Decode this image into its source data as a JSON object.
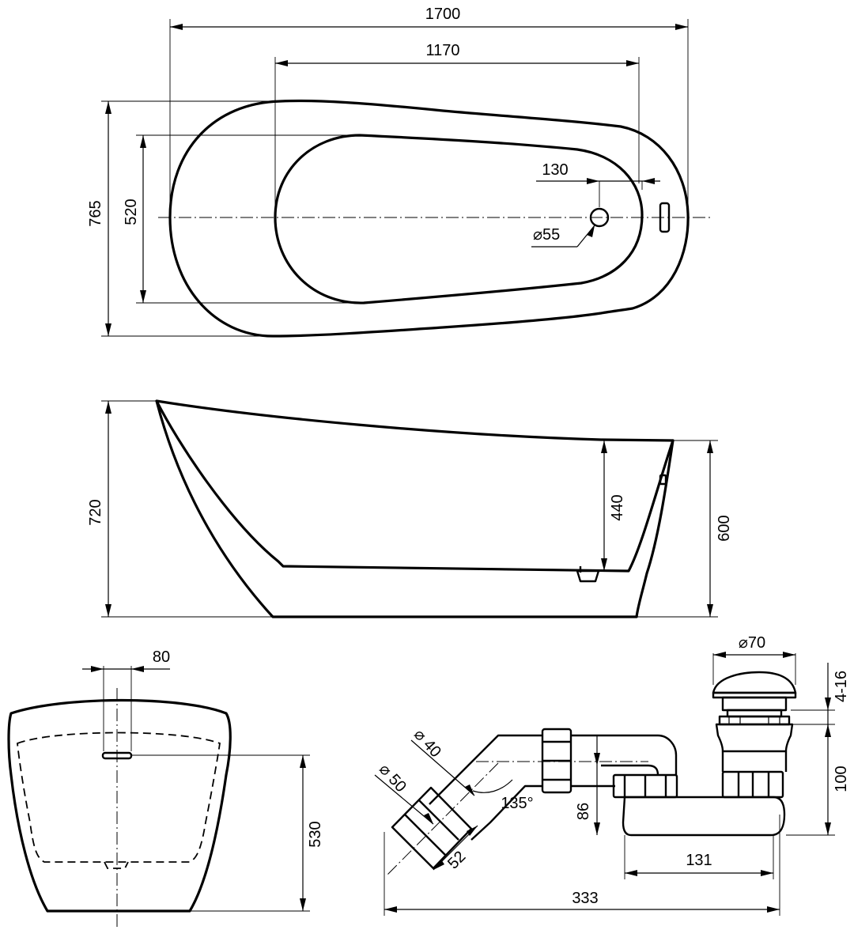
{
  "top_view": {
    "overall_length": "1700",
    "inner_length": "1170",
    "overall_width": "765",
    "inner_width": "520",
    "drain_offset": "130",
    "drain_diameter": "⌀55"
  },
  "side_view": {
    "overall_height": "720",
    "inner_depth": "440",
    "rim_height": "600"
  },
  "end_view": {
    "overflow_width": "80",
    "overflow_height": "530"
  },
  "siphon": {
    "cap_diameter": "⌀70",
    "thread_range": "4-16",
    "body_height": "100",
    "outlet_diameter_inner": "⌀ 40",
    "outlet_diameter_outer": "⌀ 50",
    "angle": "135°",
    "side_height": "86",
    "connector_length": "52",
    "body_length": "131",
    "total_length": "333"
  }
}
